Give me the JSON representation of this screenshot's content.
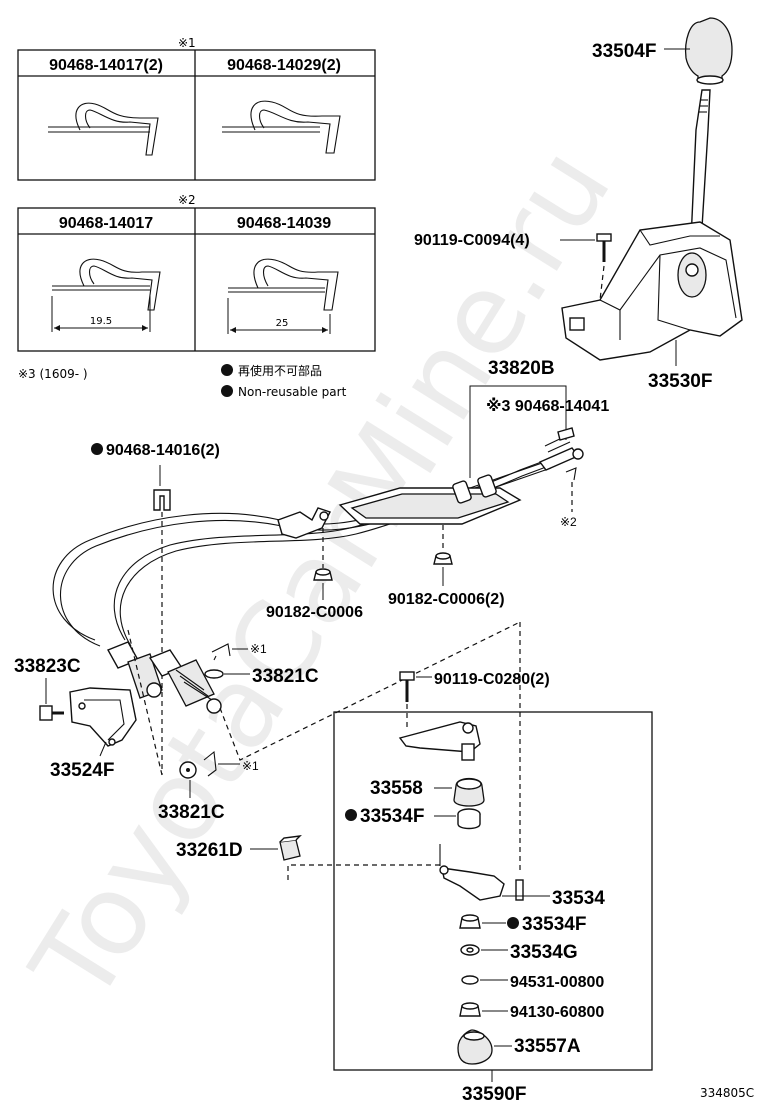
{
  "tables": {
    "clip_table_1": {
      "note_mark": "※1",
      "headers": [
        "90468-14017(2)",
        "90468-14029(2)"
      ]
    },
    "clip_table_2": {
      "note_mark": "※2",
      "headers": [
        "90468-14017",
        "90468-14039"
      ],
      "dims": [
        "19.5",
        "25"
      ]
    }
  },
  "note3": "※3 (1609-     )",
  "legend": {
    "jp": "再使用不可部品",
    "en": "Non-reusable part"
  },
  "watermark": "ToyotaCarMine.ru",
  "parts": {
    "p33504F": "33504F",
    "p90119_C0094": "90119-C0094(4)",
    "p33530F": "33530F",
    "p33820B": "33820B",
    "p90468_14041": "※3 90468-14041",
    "p90468_14016": "90468-14016(2)",
    "mark2": "※2",
    "p90182_C0006": "90182-C0006",
    "p90182_C0006_2": "90182-C0006(2)",
    "p33823C": "33823C",
    "mark1a": "※1",
    "p33821C_a": "33821C",
    "p90119_C0280": "90119-C0280(2)",
    "p33524F": "33524F",
    "mark1b": "※1",
    "p33821C_b": "33821C",
    "p33558": "33558",
    "p33534F_a": "33534F",
    "p33261D": "33261D",
    "p33534": "33534",
    "p33534F_b": "33534F",
    "p33534G": "33534G",
    "p94531": "94531-00800",
    "p94130": "94130-60800",
    "p33557A": "33557A",
    "p33590F": "33590F"
  },
  "figure_id": "334805C"
}
